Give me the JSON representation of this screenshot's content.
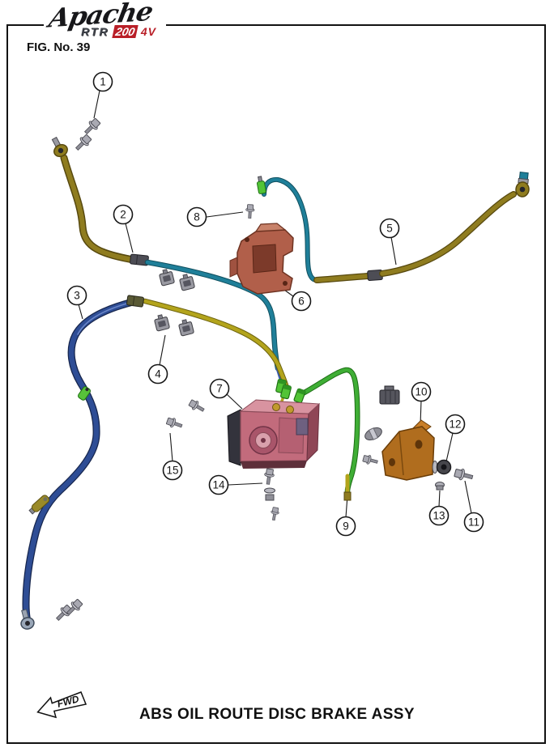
{
  "page": {
    "fig_label": "FIG. No. 39",
    "title": "ABS OIL ROUTE DISC BRAKE ASSY",
    "fwd_label": "FWD"
  },
  "logo": {
    "brand": "Apache",
    "model": "RTR",
    "displacement": "200",
    "variant": "4V"
  },
  "callouts": [
    {
      "label": "1"
    },
    {
      "label": "2"
    },
    {
      "label": "3"
    },
    {
      "label": "4"
    },
    {
      "label": "5"
    },
    {
      "label": "6"
    },
    {
      "label": "7"
    },
    {
      "label": "8"
    },
    {
      "label": "9"
    },
    {
      "label": "10"
    },
    {
      "label": "11"
    },
    {
      "label": "12"
    },
    {
      "label": "13"
    },
    {
      "label": "14"
    },
    {
      "label": "15"
    }
  ],
  "colors": {
    "hose_olive": "#8f7c1f",
    "hose_teal": "#1f7f99",
    "hose_blue": "#2e4d95",
    "pipe_yellow": "#b3a41c",
    "pipe_green": "#3fae35",
    "fitting_green": "#52c436",
    "abs_body_pink": "#c26b7c",
    "bracket_salmon": "#b15f4a",
    "bracket_brown": "#b06d1e",
    "logo_red": "#b91f28"
  }
}
